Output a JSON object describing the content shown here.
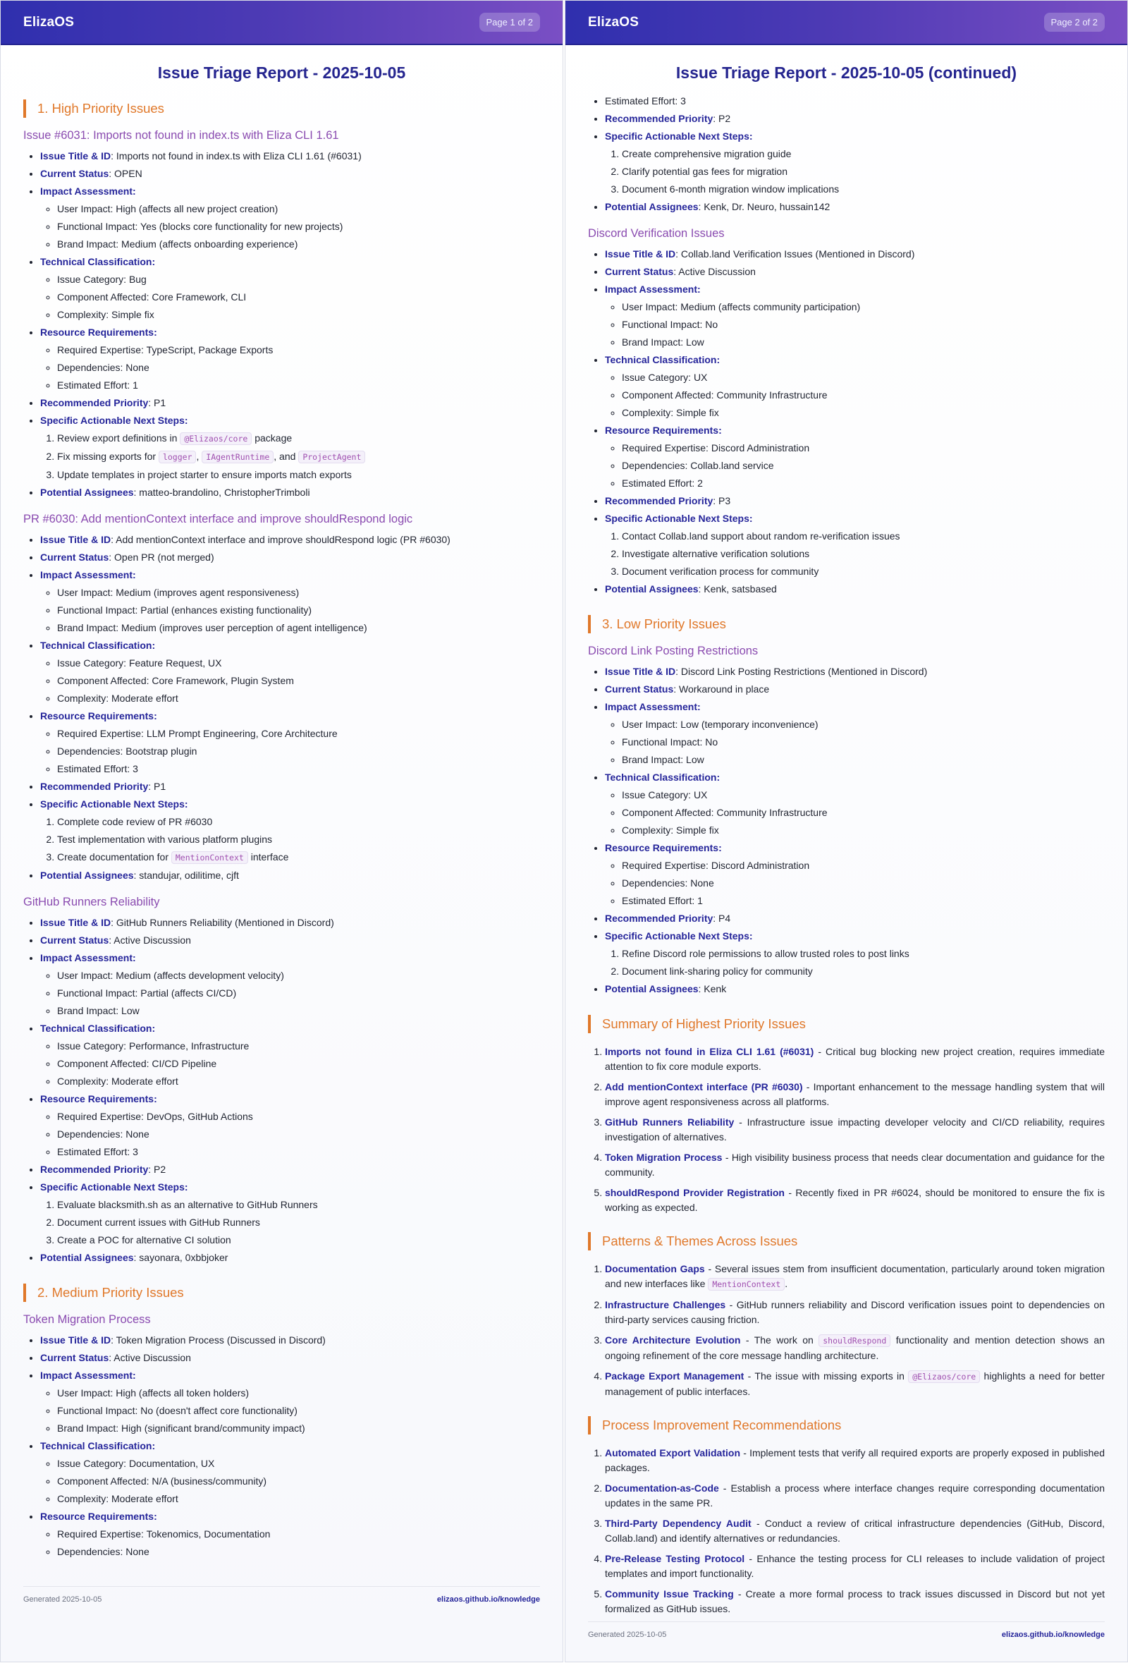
{
  "brand": "ElizaOS",
  "footer": {
    "generated": "Generated 2025-10-05",
    "link": "elizaos.github.io/knowledge"
  },
  "page1": {
    "badge": "Page 1 of 2",
    "title": "Issue Triage Report - 2025-10-05",
    "sec1": "1. High Priority Issues",
    "issue1": {
      "heading": "Issue #6031: Imports not found in index.ts with Eliza CLI 1.61",
      "title_label": "Issue Title & ID",
      "title_value": ": Imports not found in index.ts with Eliza CLI 1.61 (#6031)",
      "status_label": "Current Status",
      "status_value": ": OPEN",
      "impact_label": "Impact Assessment",
      "impact": [
        "User Impact: High (affects all new project creation)",
        "Functional Impact: Yes (blocks core functionality for new projects)",
        "Brand Impact: Medium (affects onboarding experience)"
      ],
      "tech_label": "Technical Classification",
      "tech": [
        "Issue Category: Bug",
        "Component Affected: Core Framework, CLI",
        "Complexity: Simple fix"
      ],
      "res_label": "Resource Requirements",
      "res": [
        "Required Expertise: TypeScript, Package Exports",
        "Dependencies: None",
        "Estimated Effort: 1"
      ],
      "prio_label": "Recommended Priority",
      "prio_value": ": P1",
      "steps_label": "Specific Actionable Next Steps",
      "step1_a": "Review export definitions in ",
      "step1_code": "@Elizaos/core",
      "step1_b": " package",
      "step2_a": "Fix missing exports for ",
      "step2_code1": "logger",
      "step2_sep1": ", ",
      "step2_code2": "IAgentRuntime",
      "step2_sep2": ", and ",
      "step2_code3": "ProjectAgent",
      "step3": "Update templates in project starter to ensure imports match exports",
      "assignees_label": "Potential Assignees",
      "assignees_value": ": matteo-brandolino, ChristopherTrimboli"
    },
    "issue2": {
      "heading": "PR #6030: Add mentionContext interface and improve shouldRespond logic",
      "title_label": "Issue Title & ID",
      "title_value": ": Add mentionContext interface and improve shouldRespond logic (PR #6030)",
      "status_label": "Current Status",
      "status_value": ": Open PR (not merged)",
      "impact_label": "Impact Assessment",
      "impact": [
        "User Impact: Medium (improves agent responsiveness)",
        "Functional Impact: Partial (enhances existing functionality)",
        "Brand Impact: Medium (improves user perception of agent intelligence)"
      ],
      "tech_label": "Technical Classification",
      "tech": [
        "Issue Category: Feature Request, UX",
        "Component Affected: Core Framework, Plugin System",
        "Complexity: Moderate effort"
      ],
      "res_label": "Resource Requirements",
      "res": [
        "Required Expertise: LLM Prompt Engineering, Core Architecture",
        "Dependencies: Bootstrap plugin",
        "Estimated Effort: 3"
      ],
      "prio_label": "Recommended Priority",
      "prio_value": ": P1",
      "steps_label": "Specific Actionable Next Steps",
      "step1": "Complete code review of PR #6030",
      "step2": "Test implementation with various platform plugins",
      "step3_a": "Create documentation for ",
      "step3_code": "MentionContext",
      "step3_b": " interface",
      "assignees_label": "Potential Assignees",
      "assignees_value": ": standujar, odilitime, cjft"
    },
    "issue3": {
      "heading": "GitHub Runners Reliability",
      "title_label": "Issue Title & ID",
      "title_value": ": GitHub Runners Reliability (Mentioned in Discord)",
      "status_label": "Current Status",
      "status_value": ": Active Discussion",
      "impact_label": "Impact Assessment",
      "impact": [
        "User Impact: Medium (affects development velocity)",
        "Functional Impact: Partial (affects CI/CD)",
        "Brand Impact: Low"
      ],
      "tech_label": "Technical Classification",
      "tech": [
        "Issue Category: Performance, Infrastructure",
        "Component Affected: CI/CD Pipeline",
        "Complexity: Moderate effort"
      ],
      "res_label": "Resource Requirements",
      "res": [
        "Required Expertise: DevOps, GitHub Actions",
        "Dependencies: None",
        "Estimated Effort: 3"
      ],
      "prio_label": "Recommended Priority",
      "prio_value": ": P2",
      "steps_label": "Specific Actionable Next Steps",
      "steps": [
        "Evaluate blacksmith.sh as an alternative to GitHub Runners",
        "Document current issues with GitHub Runners",
        "Create a POC for alternative CI solution"
      ],
      "assignees_label": "Potential Assignees",
      "assignees_value": ": sayonara, 0xbbjoker"
    },
    "sec2": "2. Medium Priority Issues",
    "issue4": {
      "heading": "Token Migration Process",
      "title_label": "Issue Title & ID",
      "title_value": ": Token Migration Process (Discussed in Discord)",
      "status_label": "Current Status",
      "status_value": ": Active Discussion",
      "impact_label": "Impact Assessment",
      "impact": [
        "User Impact: High (affects all token holders)",
        "Functional Impact: No (doesn't affect core functionality)",
        "Brand Impact: High (significant brand/community impact)"
      ],
      "tech_label": "Technical Classification",
      "tech": [
        "Issue Category: Documentation, UX",
        "Component Affected: N/A (business/community)",
        "Complexity: Moderate effort"
      ],
      "res_label": "Resource Requirements",
      "res": [
        "Required Expertise: Tokenomics, Documentation",
        "Dependencies: None"
      ]
    }
  },
  "page2": {
    "badge": "Page 2 of 2",
    "title": "Issue Triage Report - 2025-10-05 (continued)",
    "cont": {
      "effort": "Estimated Effort: 3",
      "prio_label": "Recommended Priority",
      "prio_value": ": P2",
      "steps_label": "Specific Actionable Next Steps",
      "steps": [
        "Create comprehensive migration guide",
        "Clarify potential gas fees for migration",
        "Document 6-month migration window implications"
      ],
      "assignees_label": "Potential Assignees",
      "assignees_value": ": Kenk, Dr. Neuro, hussain142"
    },
    "issue5": {
      "heading": "Discord Verification Issues",
      "title_label": "Issue Title & ID",
      "title_value": ": Collab.land Verification Issues (Mentioned in Discord)",
      "status_label": "Current Status",
      "status_value": ": Active Discussion",
      "impact_label": "Impact Assessment",
      "impact": [
        "User Impact: Medium (affects community participation)",
        "Functional Impact: No",
        "Brand Impact: Low"
      ],
      "tech_label": "Technical Classification",
      "tech": [
        "Issue Category: UX",
        "Component Affected: Community Infrastructure",
        "Complexity: Simple fix"
      ],
      "res_label": "Resource Requirements",
      "res": [
        "Required Expertise: Discord Administration",
        "Dependencies: Collab.land service",
        "Estimated Effort: 2"
      ],
      "prio_label": "Recommended Priority",
      "prio_value": ": P3",
      "steps_label": "Specific Actionable Next Steps",
      "steps": [
        "Contact Collab.land support about random re-verification issues",
        "Investigate alternative verification solutions",
        "Document verification process for community"
      ],
      "assignees_label": "Potential Assignees",
      "assignees_value": ": Kenk, satsbased"
    },
    "sec3": "3. Low Priority Issues",
    "issue6": {
      "heading": "Discord Link Posting Restrictions",
      "title_label": "Issue Title & ID",
      "title_value": ": Discord Link Posting Restrictions (Mentioned in Discord)",
      "status_label": "Current Status",
      "status_value": ": Workaround in place",
      "impact_label": "Impact Assessment",
      "impact": [
        "User Impact: Low (temporary inconvenience)",
        "Functional Impact: No",
        "Brand Impact: Low"
      ],
      "tech_label": "Technical Classification",
      "tech": [
        "Issue Category: UX",
        "Component Affected: Community Infrastructure",
        "Complexity: Simple fix"
      ],
      "res_label": "Resource Requirements",
      "res": [
        "Required Expertise: Discord Administration",
        "Dependencies: None",
        "Estimated Effort: 1"
      ],
      "prio_label": "Recommended Priority",
      "prio_value": ": P4",
      "steps_label": "Specific Actionable Next Steps",
      "steps": [
        "Refine Discord role permissions to allow trusted roles to post links",
        "Document link-sharing policy for community"
      ],
      "assignees_label": "Potential Assignees",
      "assignees_value": ": Kenk"
    },
    "summary": {
      "heading": "Summary of Highest Priority Issues",
      "items": [
        {
          "label": "Imports not found in Eliza CLI 1.61 (#6031)",
          "text": " - Critical bug blocking new project creation, requires immediate attention to fix core module exports."
        },
        {
          "label": "Add mentionContext interface (PR #6030)",
          "text": " - Important enhancement to the message handling system that will improve agent responsiveness across all platforms."
        },
        {
          "label": "GitHub Runners Reliability",
          "text": " - Infrastructure issue impacting developer velocity and CI/CD reliability, requires investigation of alternatives."
        },
        {
          "label": "Token Migration Process",
          "text": " - High visibility business process that needs clear documentation and guidance for the community."
        },
        {
          "label": "shouldRespond Provider Registration",
          "text": " - Recently fixed in PR #6024, should be monitored to ensure the fix is working as expected."
        }
      ]
    },
    "patterns": {
      "heading": "Patterns & Themes Across Issues",
      "p1_label": "Documentation Gaps",
      "p1_a": " - Several issues stem from insufficient documentation, particularly around token migration and new interfaces like ",
      "p1_code": "MentionContext",
      "p1_b": ".",
      "p2_label": "Infrastructure Challenges",
      "p2_text": " - GitHub runners reliability and Discord verification issues point to dependencies on third-party services causing friction.",
      "p3_label": "Core Architecture Evolution",
      "p3_a": " - The work on ",
      "p3_code": "shouldRespond",
      "p3_b": " functionality and mention detection shows an ongoing refinement of the core message handling architecture.",
      "p4_label": "Package Export Management",
      "p4_a": " - The issue with missing exports in ",
      "p4_code": "@Elizaos/core",
      "p4_b": " highlights a need for better management of public interfaces."
    },
    "process": {
      "heading": "Process Improvement Recommendations",
      "items": [
        {
          "label": "Automated Export Validation",
          "text": " - Implement tests that verify all required exports are properly exposed in published packages."
        },
        {
          "label": "Documentation-as-Code",
          "text": " - Establish a process where interface changes require corresponding documentation updates in the same PR."
        },
        {
          "label": "Third-Party Dependency Audit",
          "text": " - Conduct a review of critical infrastructure dependencies (GitHub, Discord, Collab.land) and identify alternatives or redundancies."
        },
        {
          "label": "Pre-Release Testing Protocol",
          "text": " - Enhance the testing process for CLI releases to include validation of project templates and import functionality."
        },
        {
          "label": "Community Issue Tracking",
          "text": " - Create a more formal process to track issues discussed in Discord but not yet formalized as GitHub issues."
        }
      ]
    }
  }
}
